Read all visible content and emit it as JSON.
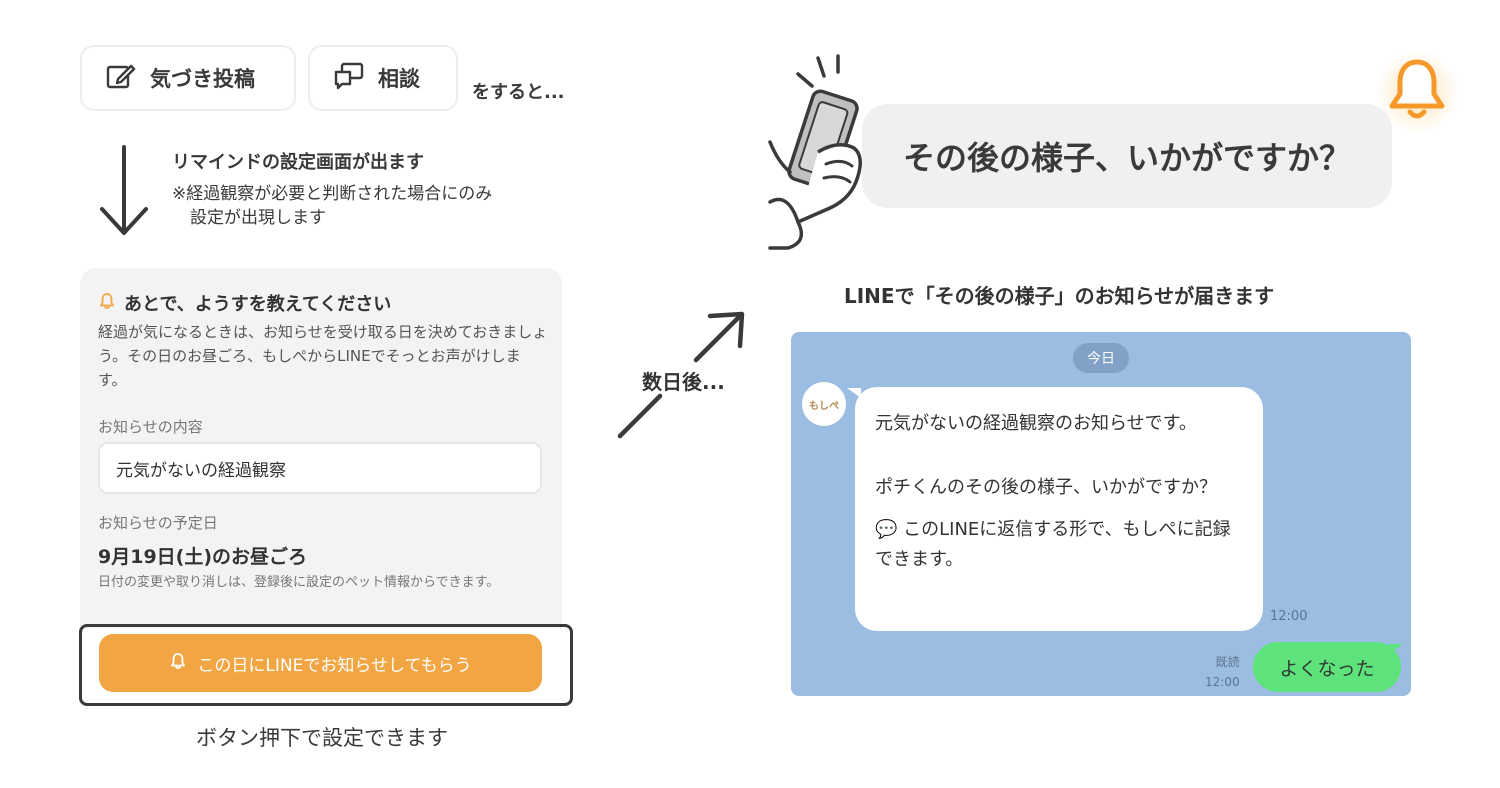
{
  "left": {
    "actions": [
      {
        "label": "気づき投稿",
        "icon": "edit-icon"
      },
      {
        "label": "相談",
        "icon": "chat-icon"
      }
    ],
    "suffix": "をすると...",
    "reminder_heading": "リマインドの設定画面が出ます",
    "reminder_note_line1": "※経過観察が必要と判断された場合にのみ",
    "reminder_note_line2": "設定が出現します",
    "card": {
      "title": "あとで、ようすを教えてください",
      "description": "経過が気になるときは、お知らせを受け取る日を決めておきましょう。その日のお昼ごろ、もしぺからLINEでそっとお声がけします。",
      "content_label": "お知らせの内容",
      "content_value": "元気がないの経過観察",
      "date_label": "お知らせの予定日",
      "date_value": "9月19日(土)のお昼ごろ",
      "date_note": "日付の変更や取り消しは、登録後に設定のペット情報からできます。"
    },
    "notify_button": "この日にLINEでお知らせしてもらう",
    "caption": "ボタン押下で設定できます"
  },
  "middle": {
    "days_later": "数日後..."
  },
  "right": {
    "bubble_text": "その後の様子、いかがですか？",
    "heading": "LINEで「その後の様子」のお知らせが届きます",
    "chat": {
      "date_pill": "今日",
      "avatar_text": "もしぺ",
      "message_line1": "元気がないの経過観察のお知らせです。",
      "message_line2": "ポチくんのその後の様子、いかがですか？",
      "message_line3": "💬 このLINEに返信する形で、もしぺに記録できます。",
      "message_time": "12:00",
      "read_label": "既読",
      "reply_time": "12:00",
      "reply_text": "よくなった"
    }
  },
  "colors": {
    "accent_orange": "#f2a543",
    "chat_background": "#9bbde2",
    "reply_green": "#5ee27c"
  }
}
